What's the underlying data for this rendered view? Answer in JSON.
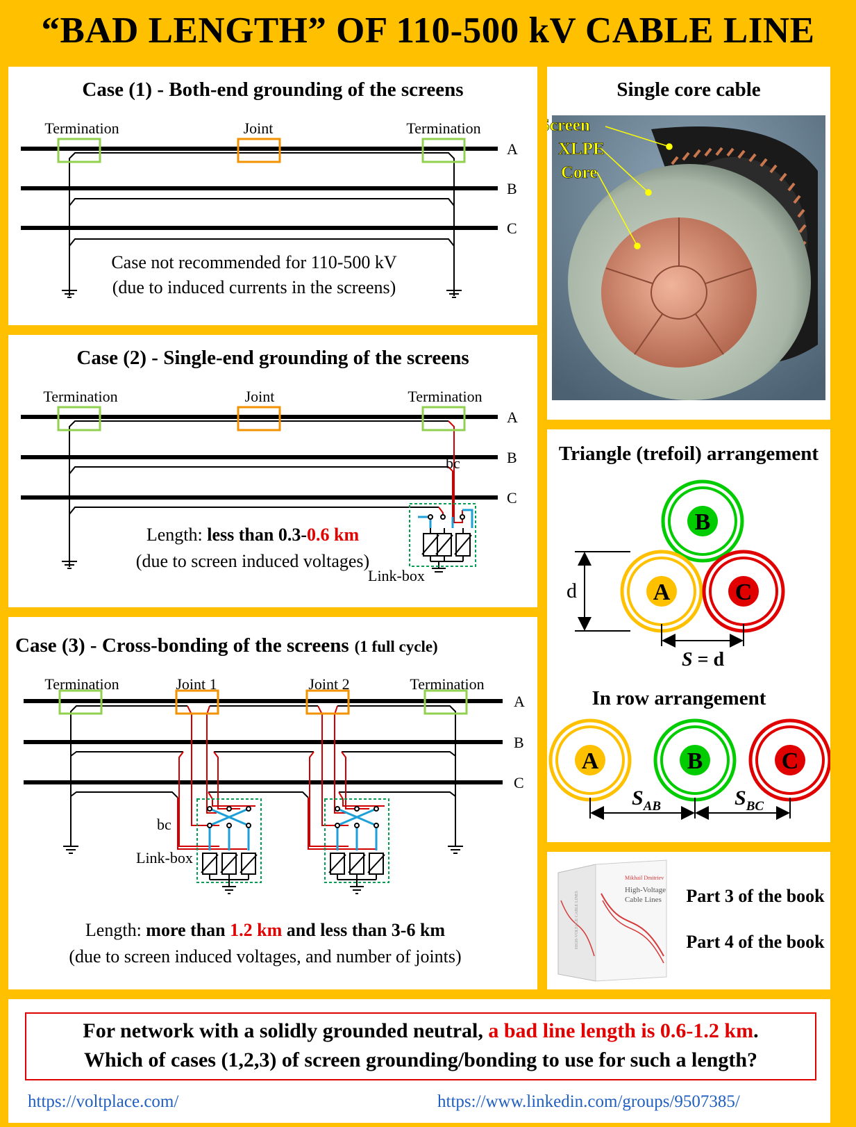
{
  "title": "“BAD LENGTH” OF 110-500 kV CABLE LINE",
  "labels": {
    "termination": "Termination",
    "joint": "Joint",
    "joint1": "Joint 1",
    "joint2": "Joint 2",
    "phase_a": "A",
    "phase_b": "B",
    "phase_c": "C",
    "bc": "bc",
    "link_box": "Link-box"
  },
  "case1": {
    "title": "Case (1) - Both-end grounding of the screens",
    "note1": "Case not recommended for 110-500 kV",
    "note2": "(due to induced currents in the screens)"
  },
  "case2": {
    "title": "Case (2) - Single-end grounding of the screens",
    "len_prefix": "Length: ",
    "len_bold": "less than 0.3-",
    "len_red": "0.6 km",
    "note": "(due to screen induced voltages)"
  },
  "case3": {
    "title": "Case (3) - Cross-bonding of the screens",
    "title_small": "(1 full cycle)",
    "len_prefix": "Length: ",
    "len_bold1": "more than ",
    "len_red": "1.2 km",
    "len_bold2": " and less than 3-6 km",
    "note": "(due to screen induced voltages, and number of joints)"
  },
  "cable": {
    "title": "Single core cable",
    "screen": "Screen",
    "xlpe": "XLPE",
    "core": "Core"
  },
  "arrangement": {
    "trefoil_title": "Triangle (trefoil) arrangement",
    "d_label": "d",
    "s_label": "S",
    "s_eq": " = d",
    "row_title": "In row arrangement",
    "sab": "S",
    "sab_sub": "AB",
    "sbc": "S",
    "sbc_sub": "BC"
  },
  "book": {
    "line1": "Part 3 of the book",
    "line2": "Part 4 of the book",
    "cover_small": "Mikhail Dmitriev",
    "cover_title1": "High-Voltage",
    "cover_title2": "Cable Lines",
    "spine": "HIGH-VOLTAGE CABLE LINES"
  },
  "question": {
    "p1": "For network with a solidly grounded neutral, ",
    "p1_red": "a bad line length is 0.6-1.2 km",
    "p1_end": ".",
    "p2": "Which of cases (1,2,3) of screen grounding/bonding to use for such a length?"
  },
  "links": {
    "left": "https://voltplace.com/",
    "right": "https://www.linkedin.com/groups/9507385/"
  },
  "colors": {
    "background": "#ffc000",
    "phase_a": "#ffc000",
    "phase_b": "#00cc00",
    "phase_c": "#e00000",
    "termination": "#92d050",
    "joint": "#f39200",
    "bonding": "#d00000",
    "link_wire": "#1e9fd8",
    "linkbox": "#00a050"
  }
}
